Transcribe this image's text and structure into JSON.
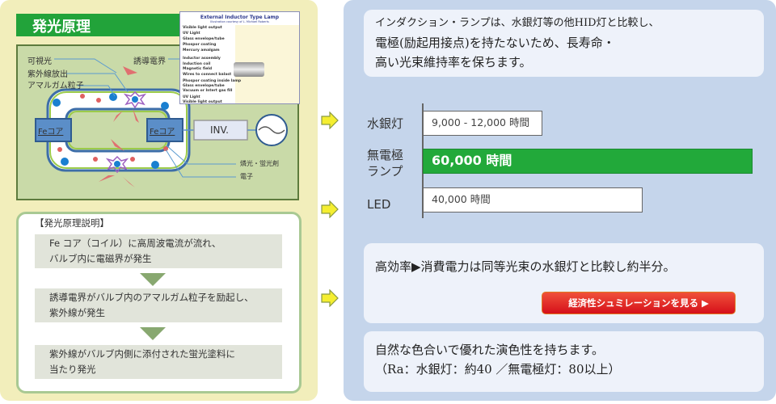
{
  "principle": {
    "title": "発光原理",
    "inset": {
      "title": "External Inductor Type Lamp",
      "credit": "Illustration courtesy of L. Michael Roberts",
      "labels": [
        "Visible light output",
        "UV Light",
        "Glass envelope/tube",
        "Phospor coating",
        "Mercury amalgam",
        "Inductor assembly",
        "Induction coil",
        "Magnetic field",
        "Wires to connect balast",
        "Phospor coating inside lamp",
        "Glass envelope/tube",
        "Vacuum or Intert gas fill",
        "UV Light",
        "Visible light output"
      ]
    },
    "labels": {
      "visible": "可視光",
      "uv": "紫外線放出",
      "amalgam": "アマルガム粒子",
      "field": "誘導電界",
      "core_left": "Feコア",
      "core_right": "Feコア",
      "inverter": "INV.",
      "phosphor": "燐光・蛍光剤",
      "electron": "電子"
    },
    "explain_title": "【発光原理説明】",
    "steps": [
      {
        "line1": "Fe コア（コイル）に高周波電流が流れ、",
        "line2": "バルブ内に電磁界が発生"
      },
      {
        "line1": "誘導電界がバルブ内のアマルガム粒子を励起し、",
        "line2": "紫外線が発生"
      },
      {
        "line1": "紫外線がバルブ内側に添付された蛍光塗料に",
        "line2": "当たり発光"
      }
    ]
  },
  "intro": {
    "line1": "インダクション・ランプは、水銀灯等の他HID灯と比較し、",
    "line2": "電極(励起用接点)を持たないため、長寿命・",
    "line3": "高い光束維持率を保ちます。"
  },
  "chart_data": {
    "type": "bar",
    "orientation": "horizontal",
    "categories": [
      "水銀灯",
      "無電極ランプ",
      "LED"
    ],
    "category_lines": [
      [
        "水銀灯"
      ],
      [
        "無電極",
        "ランプ"
      ],
      [
        "LED"
      ]
    ],
    "values": [
      12000,
      60000,
      40000
    ],
    "value_min": [
      9000,
      null,
      null
    ],
    "data_labels": [
      "9,000 - 12,000 時間",
      "60,000 時間",
      "40,000 時間"
    ],
    "highlight": "無電極ランプ",
    "colors": {
      "default": "#ffffff",
      "highlight": "#22a93a"
    }
  },
  "efficiency": {
    "text": "高効率▶消費電力は同等光束の水銀灯と比較し約半分。",
    "button": "経済性シュミレーションを見る ▶"
  },
  "color_rendering": {
    "line1": "自然な色合いで優れた演色性を持ちます。",
    "line2": "（Ra：水銀灯：約40 ／無電極灯：80以上）"
  }
}
